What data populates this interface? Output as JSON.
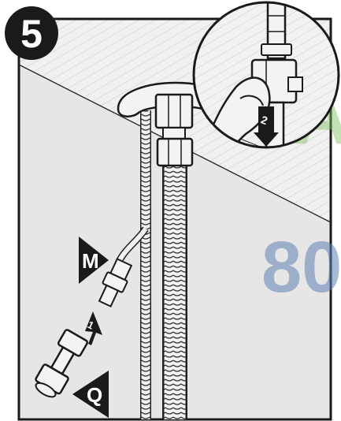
{
  "step": {
    "number": "5"
  },
  "labels": {
    "m": "M",
    "q": "Q",
    "arrow1": "1",
    "arrow2": "2"
  },
  "watermark": {
    "text": "80"
  },
  "colors": {
    "wall": "#e2e2e2",
    "wall_upper": "#ededed",
    "outline": "#1a1a1a",
    "badge": "#1a1a1a",
    "watermark_blue": "#5f7fb3",
    "watermark_green": "#7fbf5a"
  }
}
